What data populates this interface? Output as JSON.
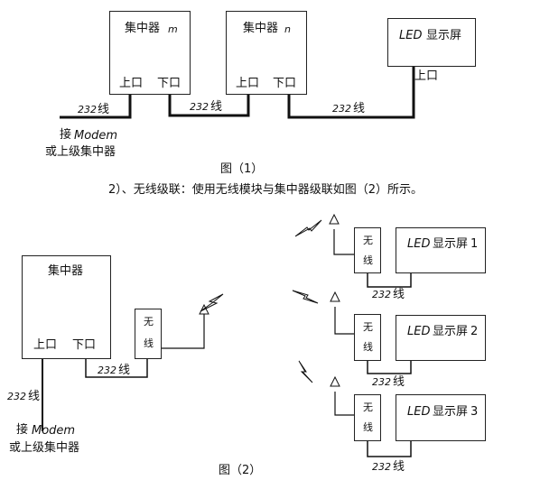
{
  "fig1": {
    "hub_m": {
      "title": "集中器",
      "suffix": "m",
      "up_port": "上口",
      "down_port": "下口"
    },
    "hub_n": {
      "title": "集中器",
      "suffix": "n",
      "up_port": "上口",
      "down_port": "下口"
    },
    "led": {
      "title_en": "LED",
      "title_cn": "显示屏",
      "up_port": "上口"
    },
    "cable_left": {
      "num": "232",
      "cn": "线"
    },
    "cable_mid": {
      "num": "232",
      "cn": "线"
    },
    "cable_right": {
      "num": "232",
      "cn": "线"
    },
    "connect_line1_a": "接",
    "connect_line1_b": "Modem",
    "connect_line2": "或上级集中器",
    "caption": "图（1）"
  },
  "description": "2）、无线级联：使用无线模块与集中器级联如图（2）所示。",
  "fig2": {
    "hub": {
      "title": "集中器",
      "up_port": "上口",
      "down_port": "下口"
    },
    "wireless_main": {
      "c1": "无",
      "c2": "线"
    },
    "cable_hub": {
      "num": "232",
      "cn": "线"
    },
    "cable_left": {
      "num": "232",
      "cn": "线"
    },
    "connect_line1_a": "接",
    "connect_line1_b": "Modem",
    "connect_line2": "或上级集中器",
    "screens": [
      {
        "wireless_c1": "无",
        "wireless_c2": "线",
        "led_en": "LED",
        "led_cn": "显示屏",
        "led_num": "1",
        "cable_num": "232",
        "cable_cn": "线"
      },
      {
        "wireless_c1": "无",
        "wireless_c2": "线",
        "led_en": "LED",
        "led_cn": "显示屏",
        "led_num": "2",
        "cable_num": "232",
        "cable_cn": "线"
      },
      {
        "wireless_c1": "无",
        "wireless_c2": "线",
        "led_en": "LED",
        "led_cn": "显示屏",
        "led_num": "3",
        "cable_num": "232",
        "cable_cn": "线"
      }
    ],
    "caption": "图（2）"
  }
}
